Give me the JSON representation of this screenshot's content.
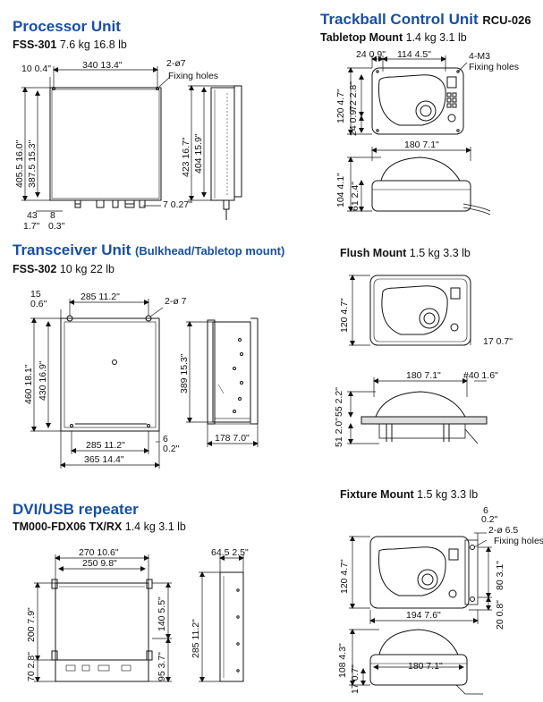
{
  "processor": {
    "title": "Processor Unit",
    "model": "FSS-301",
    "weight": "7.6 kg  16.8 lb",
    "dims": {
      "offset_top": "10  0.4\"",
      "width": "340  13.4\"",
      "holes": "2-ø7",
      "holes_label": "Fixing holes",
      "height_outer": "405.5  16.0\"",
      "height_inner": "387.5  15.3\"",
      "depth_outer": "423  16.7\"",
      "depth_inner": "404  15.9\"",
      "side_offset": "7  0.27\"",
      "bottom_left": "43",
      "bottom_left_in": "1.7\"",
      "bottom_gap": "8",
      "bottom_gap_in": "0.3\""
    }
  },
  "transceiver": {
    "title": "Transceiver Unit",
    "title_suffix": "(Bulkhead/Tabletop mount)",
    "model": "FSS-302",
    "weight": "10 kg  22 lb",
    "dims": {
      "top_offset": "15",
      "top_offset_in": "0.6\"",
      "width_holes": "285  11.2\"",
      "holes": "2-ø 7",
      "height_outer": "460  18.1\"",
      "height_inner": "430  16.9\"",
      "side_height": "389  15.3\"",
      "bottom_holes": "285  11.2\"",
      "bottom_offset": "6",
      "bottom_offset_in": "0.2\"",
      "width_total": "365  14.4\"",
      "depth": "178  7.0\""
    }
  },
  "dvi": {
    "title": "DVI/USB repeater",
    "model": "TM000-FDX06 TX/RX",
    "weight": "1.4 kg  3.1 lb",
    "dims": {
      "width_outer": "270  10.6\"",
      "width_inner": "250  9.8\"",
      "height_left": "200  7.9\"",
      "bottom_left": "70  2.8\"",
      "right_upper": "140  5.5\"",
      "right_lower": "95  3.7\"",
      "side_depth": "64.5  2.5\"",
      "side_height": "285  11.2\""
    }
  },
  "trackball": {
    "title": "Trackball Control Unit",
    "model_tag": "RCU-026",
    "tabletop": {
      "label": "Tabletop Mount",
      "weight": "1.4 kg  3.1 lb",
      "d_left": "24  0.9\"",
      "d_width": "114  4.5\"",
      "holes": "4-M3",
      "holes_label": "Fixing holes",
      "height": "120  4.7\"",
      "h_upper": "72  2.8\"",
      "h_lower": "24  0.9\"",
      "width": "180  7.1\"",
      "side_height": "104  4.1\"",
      "side_lower": "61  2.4\""
    },
    "flush": {
      "label": "Flush Mount",
      "weight": "1.5 kg  3.3 lb",
      "height": "120  4.7\"",
      "side_offset": "17  0.7\"",
      "width": "180  7.1\"",
      "panel": "#40  1.6\"",
      "side_upper": "55  2.2\"",
      "side_lower": "51  2.0\""
    },
    "fixture": {
      "label": "Fixture Mount",
      "weight": "1.5 kg  3.3 lb",
      "offset": "6",
      "offset_in": "0.2\"",
      "holes": "2-ø 6.5",
      "holes_label": "Fixing holes",
      "height": "120  4.7\"",
      "right_upper": "80  3.1\"",
      "right_lower": "20  0.8\"",
      "width_outer": "194  7.6\"",
      "width": "180  7.1\"",
      "side_height": "108  4.3\"",
      "side_lower": "17  0.7\""
    }
  }
}
